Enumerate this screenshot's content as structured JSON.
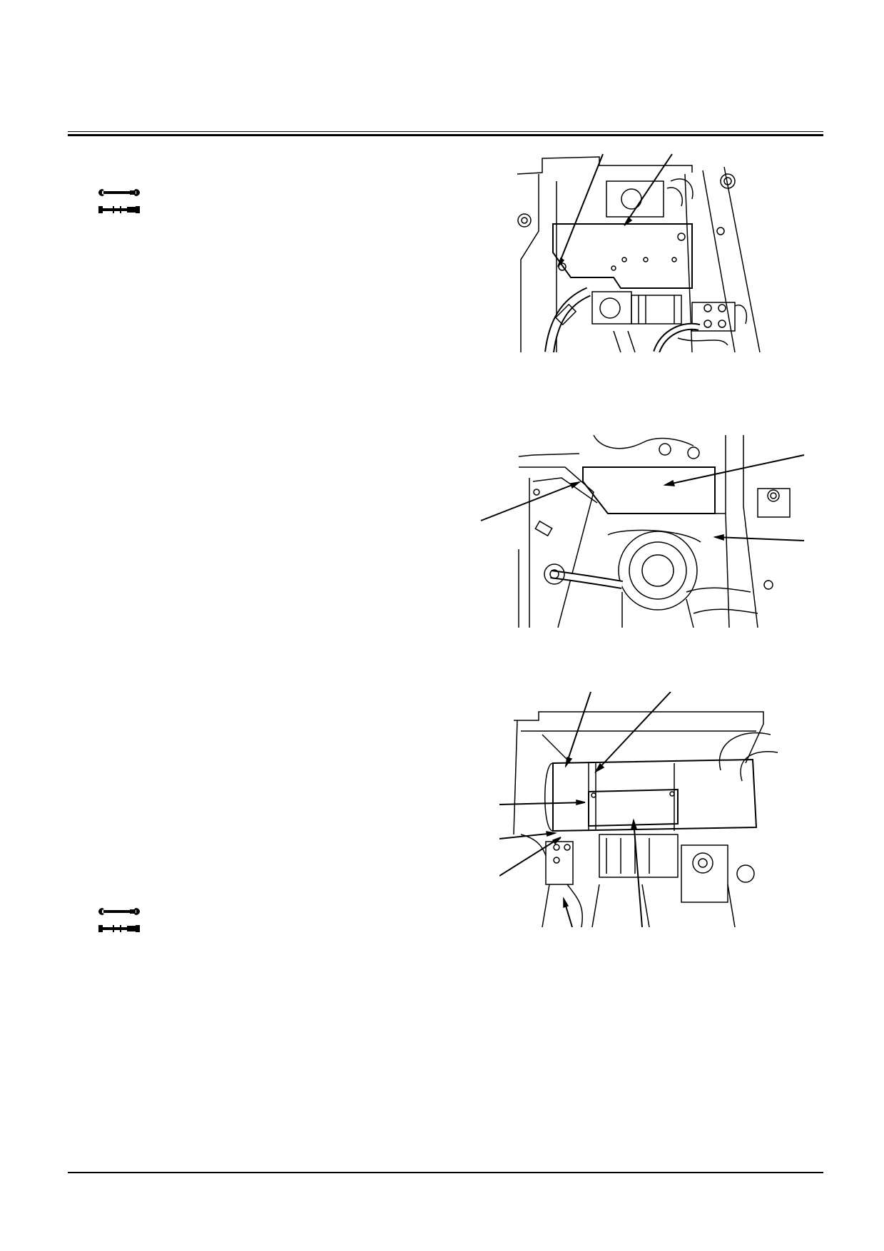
{
  "page": {
    "background": "#ffffff",
    "ink": "#000000"
  },
  "icons": [
    {
      "name": "wrench-icon",
      "section": "top"
    },
    {
      "name": "torque-wrench-icon",
      "section": "top"
    },
    {
      "name": "wrench-icon",
      "section": "bottom"
    },
    {
      "name": "torque-wrench-icon",
      "section": "bottom"
    }
  ],
  "figures": [
    {
      "name": "figure-engine-cover",
      "description_hidden": true
    },
    {
      "name": "figure-side-panel",
      "description_hidden": true
    },
    {
      "name": "figure-muffler",
      "description_hidden": true
    }
  ]
}
